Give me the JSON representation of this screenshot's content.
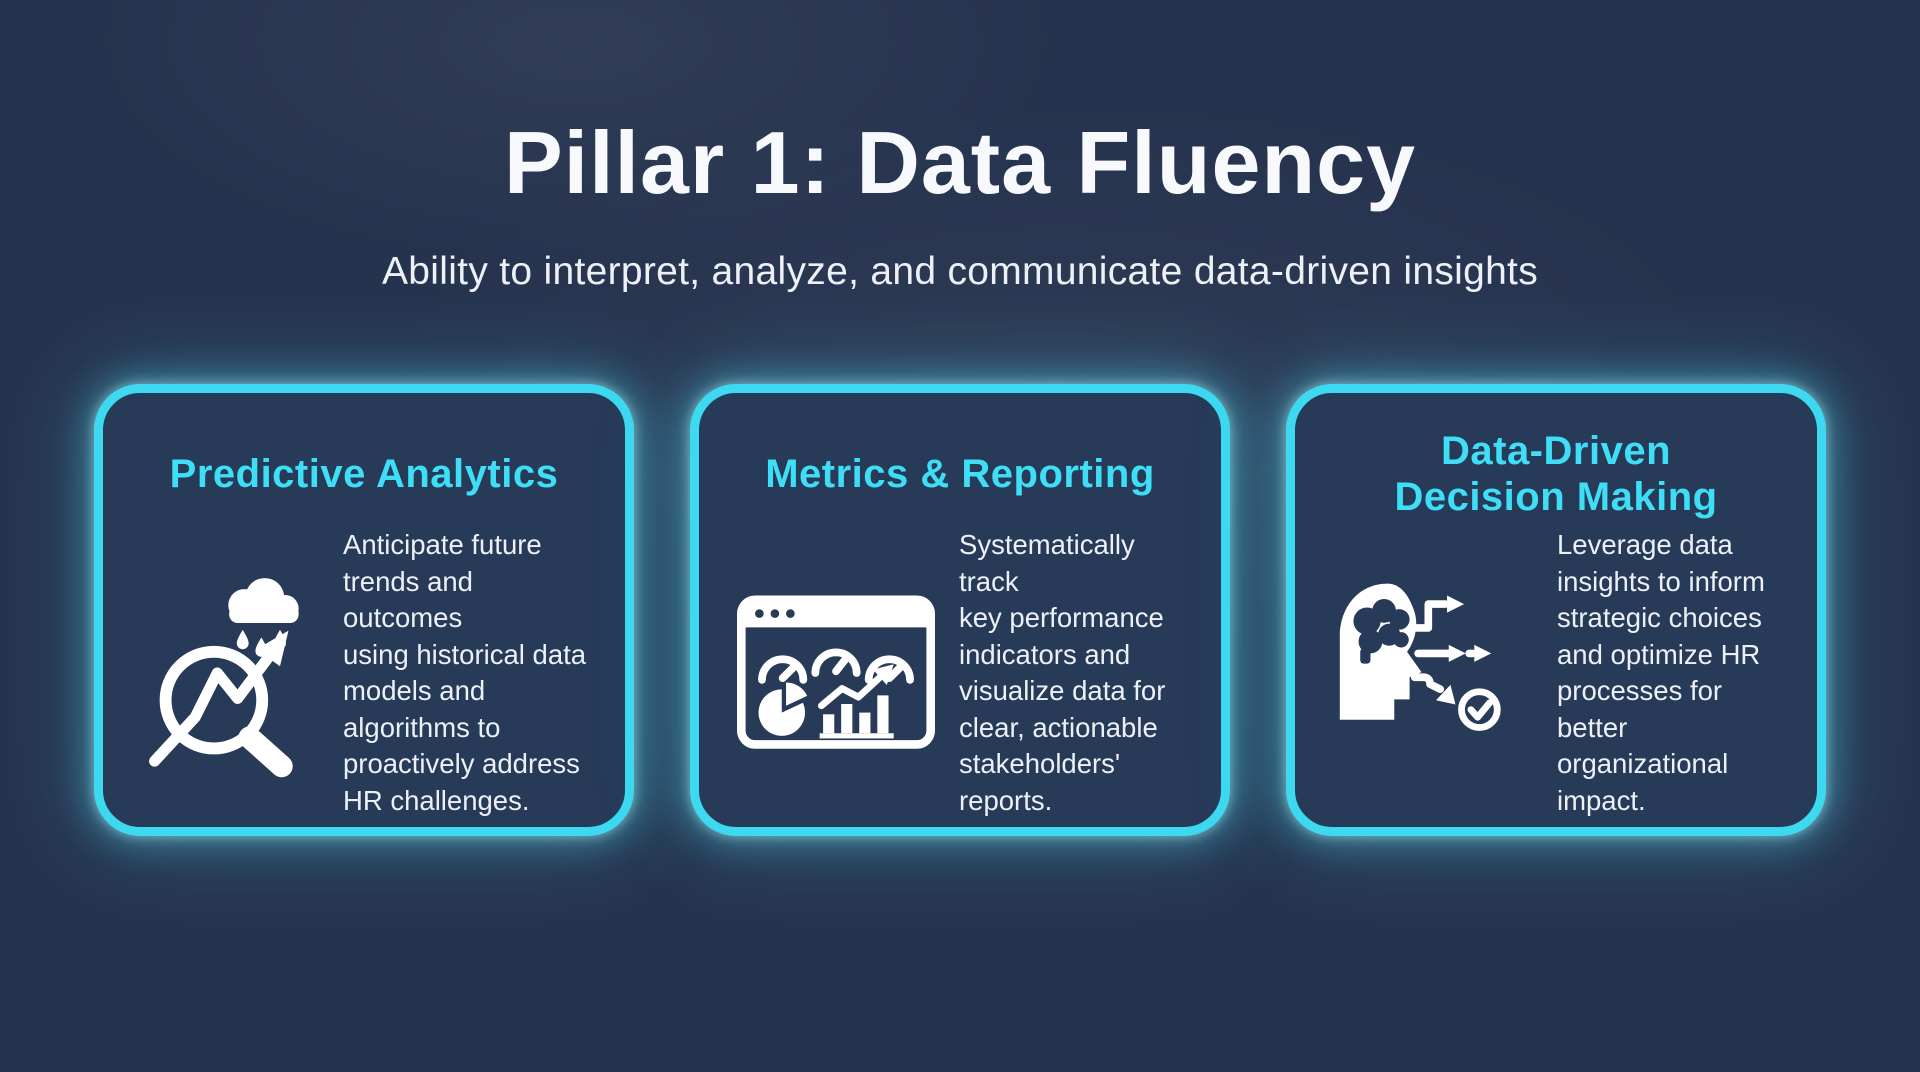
{
  "title": "Pillar 1: Data Fluency",
  "subtitle": "Ability to interpret, analyze, and communicate data-driven insights",
  "colors": {
    "background": "#26334E",
    "card_background": "#273A58",
    "card_border_cyan": "#3CD9F1",
    "heading_cyan": "#3FDEF7",
    "title_white": "#F7F9FC",
    "body_text": "#EDF1F7"
  },
  "cards": [
    {
      "title": "Predictive Analytics",
      "icon": "predictive-analytics-icon",
      "body": "Anticipate future\ntrends and outcomes\nusing historical data\nmodels and\nalgorithms to\nproactively address\nHR challenges."
    },
    {
      "title": "Metrics & Reporting",
      "icon": "metrics-reporting-icon",
      "body": "Systematically track\nkey performance\nindicators and\nvisualize data for\nclear, actionable\nstakeholders' reports."
    },
    {
      "title": "Data-Driven\nDecision Making",
      "icon": "data-driven-decision-icon",
      "body": "Leverage data\ninsights to inform\nstrategic choices\nand optimize HR\nprocesses for better\norganizational\nimpact."
    }
  ]
}
